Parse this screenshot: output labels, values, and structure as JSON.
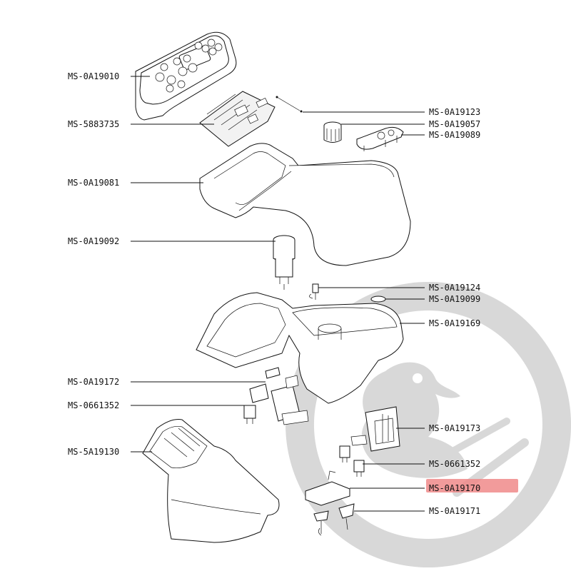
{
  "parts_left": [
    {
      "ref": "MS-0A19010"
    },
    {
      "ref": "MS-5883735"
    },
    {
      "ref": "MS-0A19081"
    },
    {
      "ref": "MS-0A19092"
    },
    {
      "ref": "MS-0A19172"
    },
    {
      "ref": "MS-0661352"
    },
    {
      "ref": "MS-5A19130"
    }
  ],
  "parts_right": [
    {
      "ref": "MS-0A19123"
    },
    {
      "ref": "MS-0A19057"
    },
    {
      "ref": "MS-0A19089"
    },
    {
      "ref": "MS-0A19124"
    },
    {
      "ref": "MS-0A19099"
    },
    {
      "ref": "MS-0A19169"
    },
    {
      "ref": "MS-0A19173"
    },
    {
      "ref": "MS-0661352"
    },
    {
      "ref": "MS-0A19170",
      "highlighted": true
    },
    {
      "ref": "MS-0A19171"
    }
  ],
  "colors": {
    "highlight": "#f08a8a",
    "line": "#111111",
    "watermark": "#d8d8d8"
  }
}
